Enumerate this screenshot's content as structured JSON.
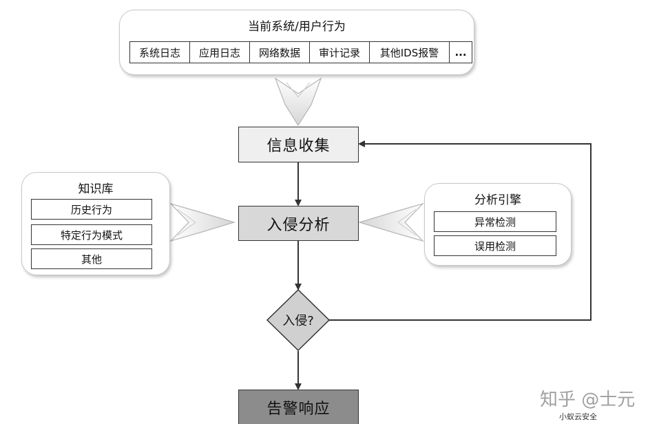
{
  "top_group": {
    "title": "当前系统/用户行为",
    "sources": [
      "系统日志",
      "应用日志",
      "网络数据",
      "审计记录",
      "其他IDS报警",
      "..."
    ]
  },
  "knowledge_base": {
    "title": "知识库",
    "items": [
      "历史行为",
      "特定行为模式",
      "其他"
    ]
  },
  "analysis_engine": {
    "title": "分析引擎",
    "items": [
      "异常检测",
      "误用检测"
    ]
  },
  "process": {
    "collect": "信息收集",
    "analyze": "入侵分析",
    "decision": "入侵?",
    "respond": "告警响应"
  },
  "watermark": {
    "site": "知乎 @士元",
    "brand": "小蚁云安全"
  },
  "colors": {
    "collect_fill": "#efefef",
    "analyze_fill": "#d8d8d8",
    "decision_fill": "#d0d0d0",
    "respond_fill": "#8c8c8c",
    "line": "#333333"
  }
}
